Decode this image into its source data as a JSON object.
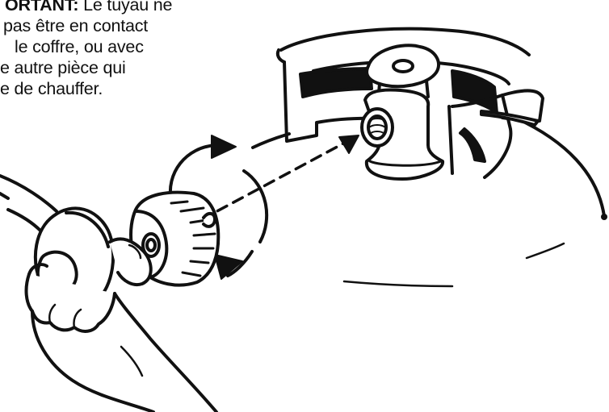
{
  "caption": {
    "heading": "ORTANT:",
    "lines": [
      "Le tuyau ne",
      "pas être en contact",
      "le coffre, ou avec",
      "e autre pièce qui",
      "e de chauffer."
    ]
  },
  "colors": {
    "ink": "#111111",
    "background": "#ffffff"
  }
}
